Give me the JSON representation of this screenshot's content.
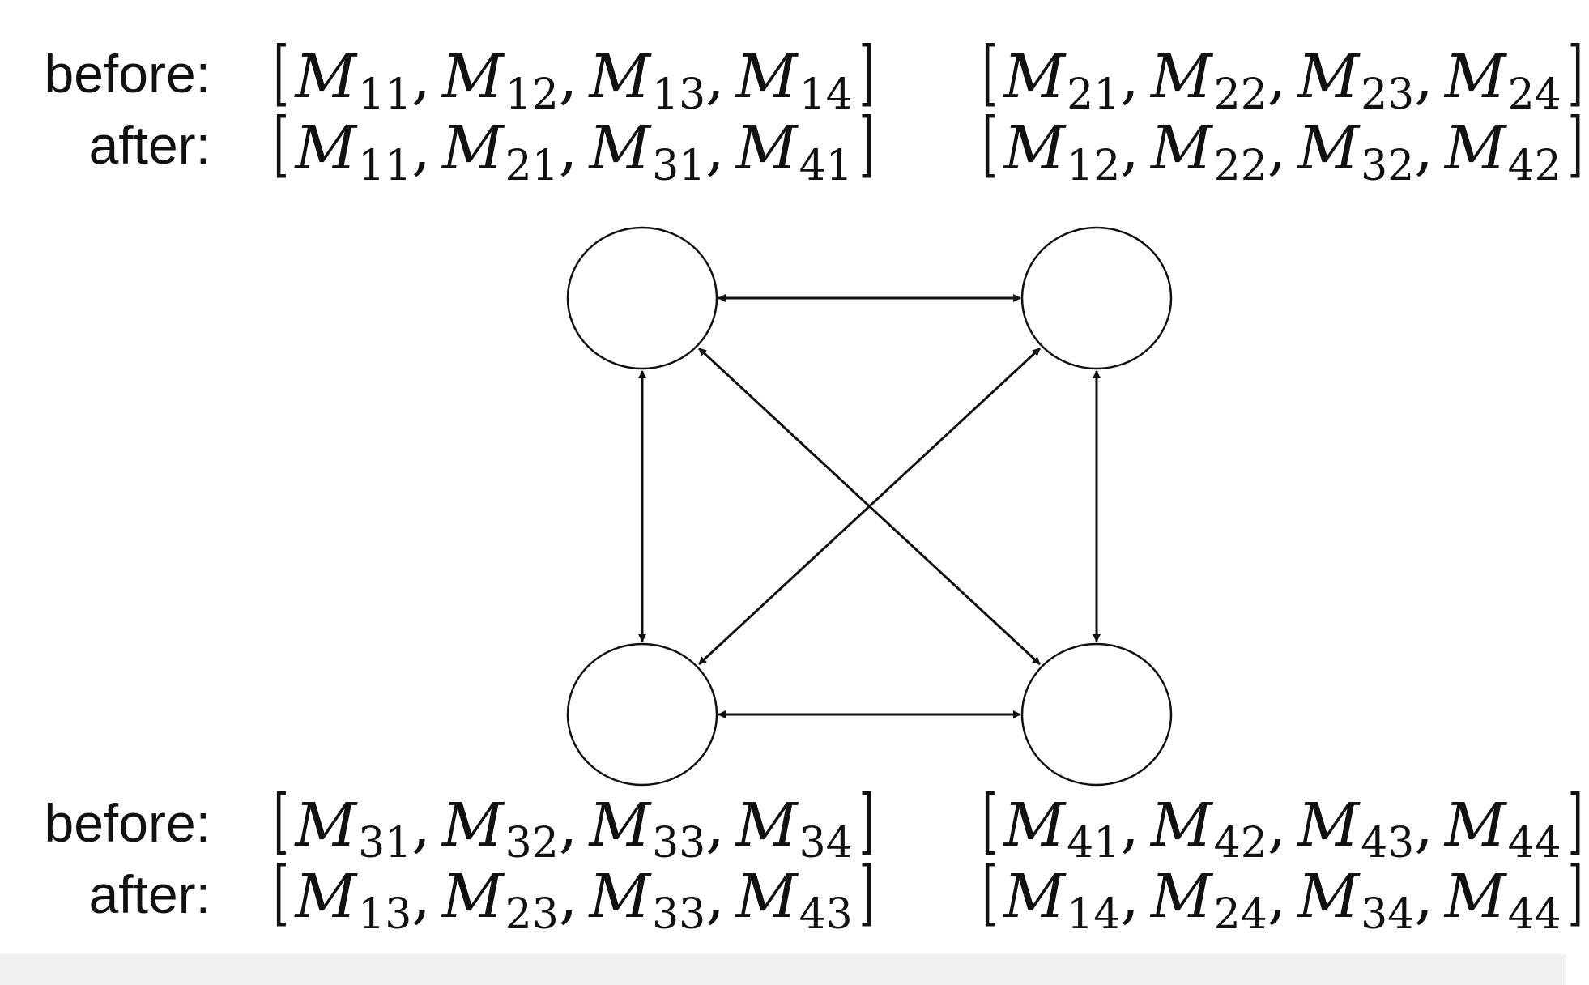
{
  "labels": {
    "before": "before:",
    "after": "after:"
  },
  "nodes": [
    {
      "id": "node-top-left",
      "before": [
        "M",
        "11",
        "M",
        "12",
        "M",
        "13",
        "M",
        "14"
      ],
      "after": [
        "M",
        "11",
        "M",
        "21",
        "M",
        "31",
        "M",
        "41"
      ]
    },
    {
      "id": "node-top-right",
      "before": [
        "M",
        "21",
        "M",
        "22",
        "M",
        "23",
        "M",
        "24"
      ],
      "after": [
        "M",
        "12",
        "M",
        "22",
        "M",
        "32",
        "M",
        "42"
      ]
    },
    {
      "id": "node-bottom-left",
      "before": [
        "M",
        "31",
        "M",
        "32",
        "M",
        "33",
        "M",
        "34"
      ],
      "after": [
        "M",
        "13",
        "M",
        "23",
        "M",
        "33",
        "M",
        "43"
      ]
    },
    {
      "id": "node-bottom-right",
      "before": [
        "M",
        "41",
        "M",
        "42",
        "M",
        "43",
        "M",
        "44"
      ],
      "after": [
        "M",
        "14",
        "M",
        "24",
        "M",
        "34",
        "M",
        "44"
      ]
    }
  ],
  "vectors": {
    "tl_before": "[M11, M12, M13, M14]",
    "tl_after": "[M11, M21, M31, M41]",
    "tr_before": "[M21, M22, M23, M24]",
    "tr_after": "[M12, M22, M32, M42]",
    "bl_before": "[M31, M32, M33, M34]",
    "bl_after": "[M13, M23, M33, M43]",
    "br_before": "[M41, M42, M43, M44]",
    "br_after": "[M14, M24, M34, M44]"
  },
  "edges": [
    {
      "from": "node-top-left",
      "to": "node-top-right",
      "bidirectional": true
    },
    {
      "from": "node-bottom-left",
      "to": "node-bottom-right",
      "bidirectional": true
    },
    {
      "from": "node-top-left",
      "to": "node-bottom-left",
      "bidirectional": true
    },
    {
      "from": "node-top-right",
      "to": "node-bottom-right",
      "bidirectional": true
    },
    {
      "from": "node-top-left",
      "to": "node-bottom-right",
      "bidirectional": true
    },
    {
      "from": "node-top-right",
      "to": "node-bottom-left",
      "bidirectional": true
    }
  ],
  "colors": {
    "stroke": "#111111",
    "background": "#ffffff",
    "bottom_strip": "#f1f1f1"
  }
}
